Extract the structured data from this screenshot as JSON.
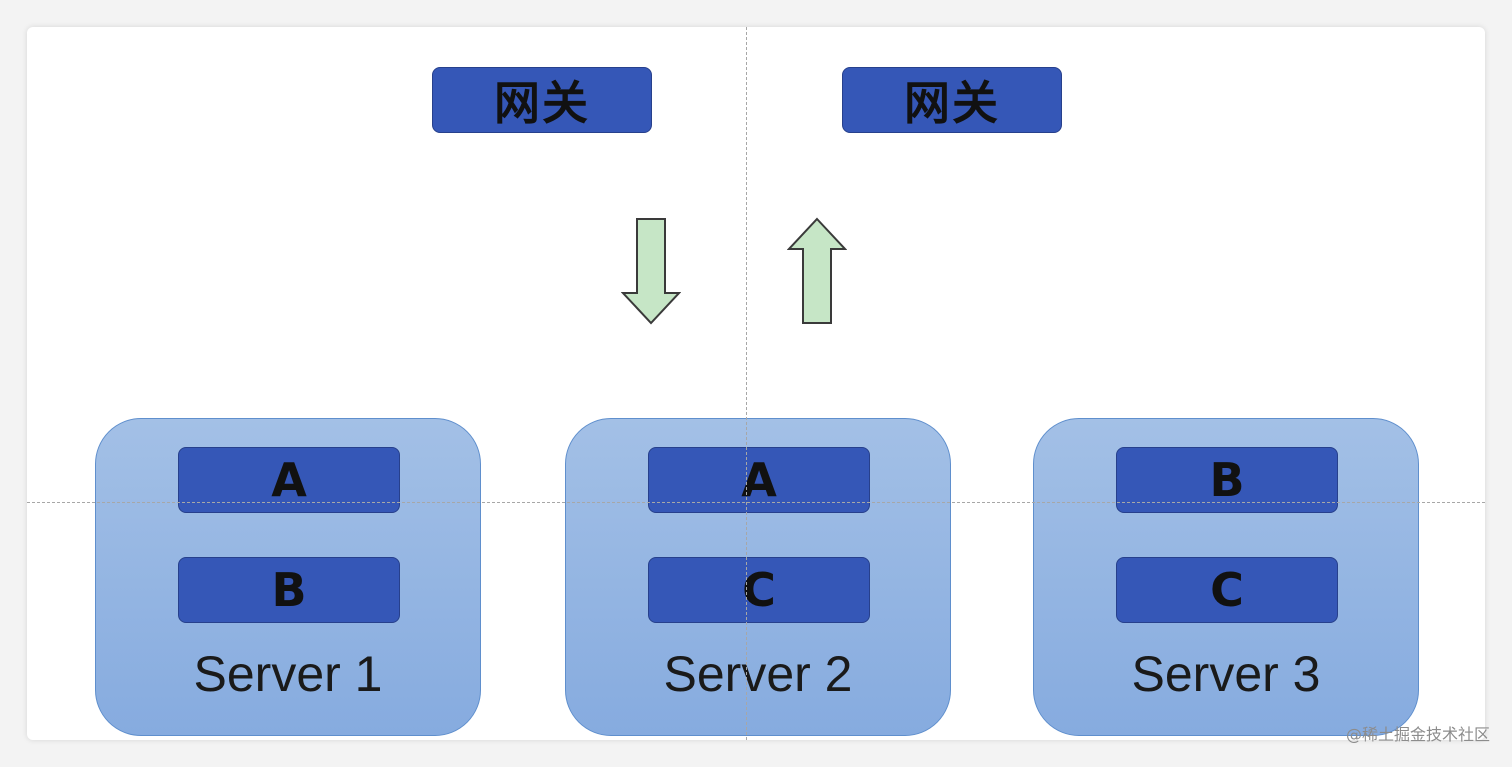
{
  "gateways": [
    {
      "label": "网关"
    },
    {
      "label": "网关"
    }
  ],
  "servers": [
    {
      "label": "Server 1",
      "modules": [
        "A",
        "B"
      ]
    },
    {
      "label": "Server 2",
      "modules": [
        "A",
        "C"
      ]
    },
    {
      "label": "Server 3",
      "modules": [
        "B",
        "C"
      ]
    }
  ],
  "arrows": {
    "left": "down",
    "right": "up"
  },
  "watermark": "@稀土掘金技术社区",
  "colors": {
    "module_fill": "#3557b7",
    "server_fill": "#94b5e3",
    "arrow_fill": "#c6e6c6",
    "guide_line": "#a7a7a7"
  }
}
